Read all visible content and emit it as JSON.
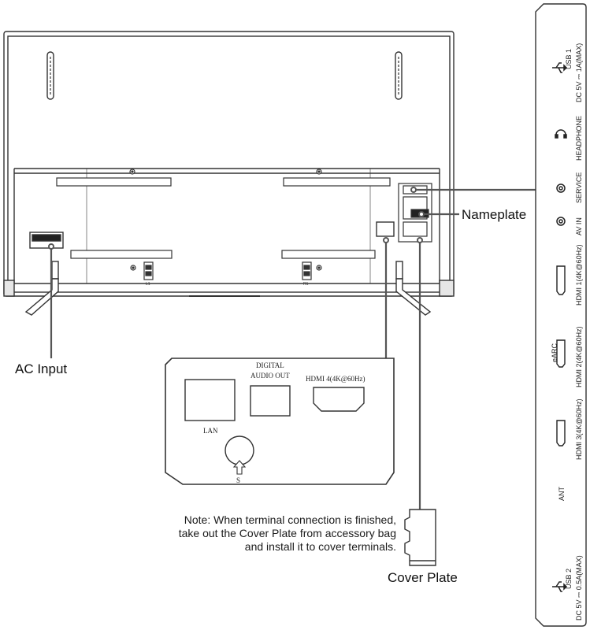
{
  "callouts": {
    "ac_input": "AC Input",
    "nameplate": "Nameplate",
    "cover_plate": "Cover Plate",
    "note_lines": [
      "Note: When terminal connection is finished,",
      "take out the Cover Plate from accessory bag",
      "and install it to cover terminals."
    ]
  },
  "inset_panel": {
    "lan": "LAN",
    "digital_audio_line1": "DIGITAL",
    "digital_audio_line2": "AUDIO OUT",
    "hdmi4": "HDMI 4(4K@60Hz)",
    "screw_mark": "S"
  },
  "side_panel": {
    "usb1_line1": "USB 1",
    "usb1_line2": "DC 5V ⎓ 1A(MAX)",
    "headphone": "HEADPHONE",
    "service": "SERVICE",
    "av_in": "AV IN",
    "hdmi1": "HDMI 1(4K@60Hz)",
    "earc": "eARC",
    "hdmi2": "HDMI 2(4K@60Hz)",
    "hdmi3": "HDMI 3(4K@60Hz)",
    "ant": "ANT",
    "usb2_line1": "USB 2",
    "usb2_line2": "DC 5V ⎓ 0.5A(MAX)"
  },
  "stand_marks": {
    "left": "L1",
    "right": "R1"
  }
}
